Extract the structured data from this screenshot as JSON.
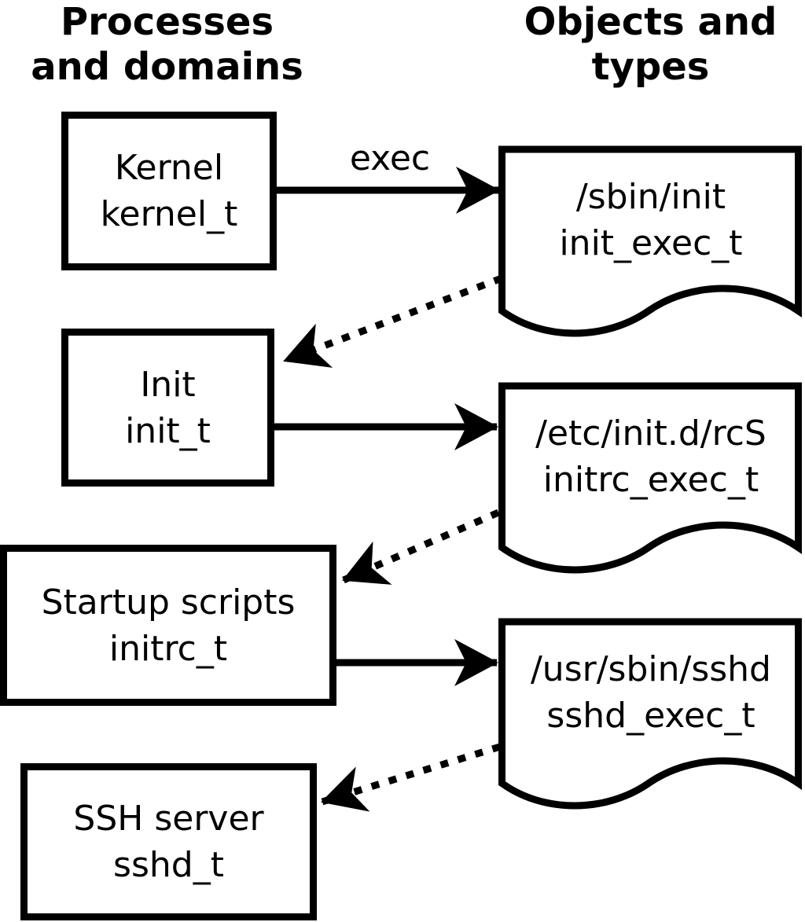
{
  "headings": {
    "left": {
      "line1": "Processes",
      "line2": "and domains"
    },
    "right": {
      "line1": "Objects and",
      "line2": "types"
    }
  },
  "arrow_label": "exec",
  "processes": [
    {
      "name": "Kernel",
      "type": "kernel_t"
    },
    {
      "name": "Init",
      "type": "init_t"
    },
    {
      "name": "Startup scripts",
      "type": "initrc_t"
    },
    {
      "name": "SSH server",
      "type": "sshd_t"
    }
  ],
  "objects": [
    {
      "path": "/sbin/init",
      "type": "init_exec_t"
    },
    {
      "path": "/etc/init.d/rcS",
      "type": "initrc_exec_t"
    },
    {
      "path": "/usr/sbin/sshd",
      "type": "sshd_exec_t"
    }
  ],
  "colors": {
    "foreground": "#000000",
    "background": "#ffffff"
  }
}
